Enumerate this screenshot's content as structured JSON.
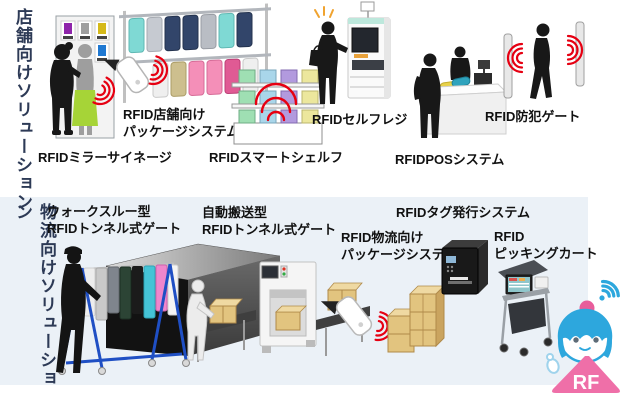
{
  "store_section": {
    "sidebar_label": "店舗向けソリューション",
    "labels": {
      "mirror_signage": "RFIDミラーサイネージ",
      "store_package_system": "RFID店舗向け\nパッケージシステム",
      "smart_shelf": "RFIDスマートシェルフ",
      "self_checkout": "RFIDセルフレジ",
      "pos_system": "RFIDPOSシステム",
      "security_gate": "RFID防犯ゲート"
    }
  },
  "logistics_section": {
    "sidebar_label": "物流向けソリューション",
    "labels": {
      "walkthrough_tunnel_gate": "ウォークスルー型\nRFIDトンネル式ゲート",
      "auto_transport_tunnel_gate": "自動搬送型\nRFIDトンネル式ゲート",
      "tag_issuing_system": "RFIDタグ発行システム",
      "logistics_package_system": "RFID物流向け\nパッケージシステム",
      "picking_cart": "RFID\nピッキングカート"
    }
  },
  "mascot": {
    "rf_text": "RF"
  },
  "colors": {
    "section_label_navy": "#2d3a56",
    "rfid_wave_red": "#e60012",
    "logistics_panel_bg": "#ebf1f7",
    "mascot_pink": "#ef6fa8",
    "mascot_blue": "#2da7dd",
    "carton_tan": "#e2c47f"
  }
}
